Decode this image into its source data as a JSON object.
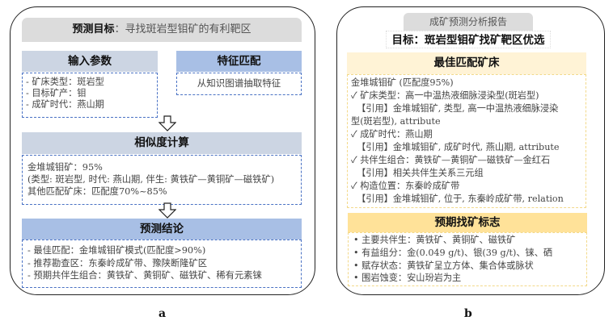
{
  "panel_a": {
    "caption": "a",
    "goal": {
      "label": "预测目标",
      "sep": "：",
      "text": "寻找斑岩型钼矿的有利靶区"
    },
    "input": {
      "title": "输入参数",
      "items": [
        "- 矿床类型：斑岩型",
        "- 目标矿产：钼",
        "- 成矿时代：燕山期"
      ]
    },
    "feature": {
      "title": "特征匹配",
      "text": "从知识图谱抽取特征"
    },
    "similarity": {
      "title": "相似度计算",
      "lines": [
        "金堆城钼矿：95%",
        "(类型: 斑岩型, 时代: 燕山期, 伴生: 黄铁矿—黄铜矿—磁铁矿)",
        "其他匹配矿床：匹配度70%~85%"
      ]
    },
    "conclusion": {
      "title": "预测结论",
      "items": [
        "- 最佳匹配：金堆城钼矿模式(匹配度>90%)",
        "- 推荐勘查区：东秦岭成矿带、豫陕断隆矿区",
        "- 预期共伴生组合：黄铁矿、黄铜矿、磁铁矿、稀有元素铼"
      ]
    }
  },
  "panel_b": {
    "caption": "b",
    "report_label": "成矿预测分析报告",
    "goal": "目标：斑岩型钼矿找矿靶区优选",
    "best_match": {
      "title": "最佳匹配矿床",
      "lines": [
        "金堆城钼矿 (匹配度95%)",
        "✓ 矿床类型：高一中温热液细脉浸染型(斑岩型)",
        "  【引用】金堆城钼矿, 类型, 高一中温热液细脉浸染",
        "型(斑岩型), attribute",
        "✓ 成矿时代：燕山期",
        "  【引用】金堆城钼矿, 成矿时代, 燕山期, attribute",
        "✓ 共伴生组合：黄铁矿—黄铜矿—磁铁矿—金红石",
        "  【引用】相关共伴生关系三元组",
        "✓ 构造位置：东秦岭成矿带",
        "  【引用】金堆城钼矿, 位于, 东秦岭成矿带, relation"
      ]
    },
    "indicators": {
      "title": "预期找矿标志",
      "items": [
        "• 主要共伴生：黄铁矿、黄铜矿、磁铁矿",
        "• 有益组分：金(0.049 g/t)、银(39 g/t)、铼、硒",
        "• 赋存状态：黄铁矿呈立方体、集合体或脉状",
        "• 围岩蚀变：安山玢岩为主"
      ]
    }
  },
  "colors": {
    "gray_header": "#dcdcdc",
    "slate_header": "#ccd5e3",
    "blue_header": "#a8bfe5",
    "dashed_blue": "#4a72c4",
    "cream_header": "#fff3d6",
    "yellow_header": "#ffe299",
    "dashed_yellow": "#f3d98a"
  }
}
